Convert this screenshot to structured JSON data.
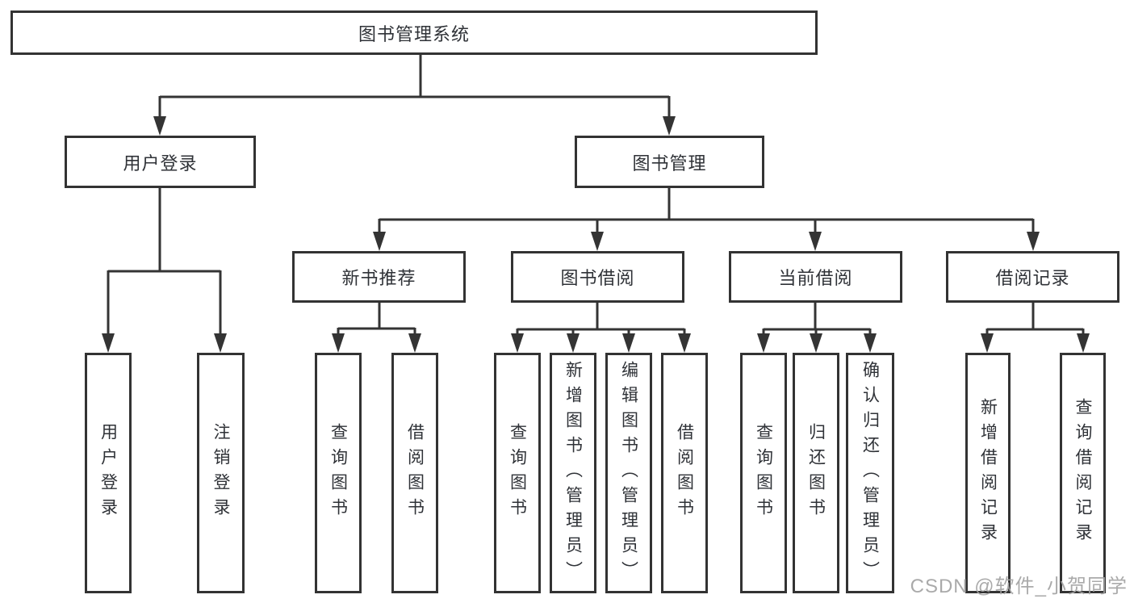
{
  "diagram": {
    "root": {
      "label": "图书管理系统"
    },
    "branches": [
      {
        "label": "用户登录",
        "children": [
          {
            "label": "用户登录"
          },
          {
            "label": "注销登录"
          }
        ]
      },
      {
        "label": "图书管理",
        "children": [
          {
            "label": "新书推荐",
            "children": [
              {
                "label": "查询图书"
              },
              {
                "label": "借阅图书"
              }
            ]
          },
          {
            "label": "图书借阅",
            "children": [
              {
                "label": "查询图书"
              },
              {
                "label": "新增图书（管理员）"
              },
              {
                "label": "编辑图书（管理员）"
              },
              {
                "label": "借阅图书"
              }
            ]
          },
          {
            "label": "当前借阅",
            "children": [
              {
                "label": "查询图书"
              },
              {
                "label": "归还图书"
              },
              {
                "label": "确认归还（管理员）"
              }
            ]
          },
          {
            "label": "借阅记录",
            "children": [
              {
                "label": "新增借阅记录"
              },
              {
                "label": "查询借阅记录"
              }
            ]
          }
        ]
      }
    ]
  },
  "colors": {
    "line": "#343434",
    "box_border": "#333333",
    "text": "#2f3237",
    "watermark": "#a3a3a3",
    "background": "#ffffff"
  },
  "watermark": {
    "text": "CSDN @软件_小贺同学"
  }
}
